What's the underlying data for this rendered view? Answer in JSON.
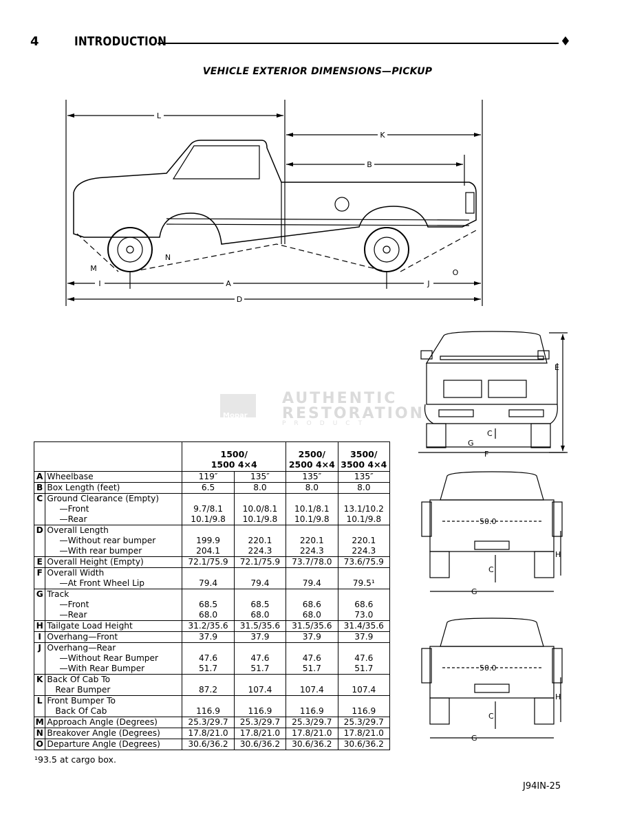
{
  "header": {
    "page_number": "4",
    "section": "INTRODUCTION",
    "marker": "♦"
  },
  "title": "VEHICLE EXTERIOR DIMENSIONS—PICKUP",
  "side_labels": {
    "L": "L",
    "K": "K",
    "B": "B",
    "A": "A",
    "D": "D",
    "I": "I",
    "J": "J",
    "M": "M",
    "N": "N",
    "O": "O"
  },
  "front_labels": {
    "E": "E",
    "C": "C",
    "G": "G",
    "F": "F"
  },
  "rear_labels": {
    "width": "50.0",
    "H": "H",
    "C": "C",
    "G": "G"
  },
  "watermark": {
    "logo": "Mopar",
    "line1": "AUTHENTIC",
    "line2": "RESTORATION",
    "line3": "PRODUCT"
  },
  "table": {
    "columns": [
      "1500/\n1500 4×4",
      "2500/\n2500 4×4",
      "3500/\n3500 4×4"
    ],
    "col1": "1500/",
    "col1b": "1500 4×4",
    "col2": "2500/",
    "col2b": "2500 4×4",
    "col3": "3500/",
    "col3b": "3500 4×4",
    "rows": [
      {
        "letter": "A",
        "label": "Wheelbase",
        "values": [
          "119″",
          "135″",
          "135″",
          "135″"
        ]
      },
      {
        "letter": "B",
        "label": "Box Length (feet)",
        "values": [
          "6.5",
          "8.0",
          "8.0",
          "8.0"
        ]
      },
      {
        "letter": "C",
        "label": "Ground Clearance (Empty)",
        "sub": [
          "—Front",
          "—Rear"
        ],
        "subvalues": [
          [
            "9.7/8.1",
            "10.0/8.1",
            "10.1/8.1",
            "13.1/10.2"
          ],
          [
            "10.1/9.8",
            "10.1/9.8",
            "10.1/9.8",
            "10.1/9.8"
          ]
        ]
      },
      {
        "letter": "D",
        "label": "Overall Length",
        "sub": [
          "—Without rear bumper",
          "—With rear bumper"
        ],
        "subvalues": [
          [
            "199.9",
            "220.1",
            "220.1",
            "220.1"
          ],
          [
            "204.1",
            "224.3",
            "224.3",
            "224.3"
          ]
        ]
      },
      {
        "letter": "E",
        "label": "Overall Height (Empty)",
        "values": [
          "72.1/75.9",
          "72.1/75.9",
          "73.7/78.0",
          "73.6/75.9"
        ]
      },
      {
        "letter": "F",
        "label": "Overall Width",
        "sub": [
          "—At Front Wheel Lip"
        ],
        "subvalues": [
          [
            "79.4",
            "79.4",
            "79.4",
            "79.5¹"
          ]
        ]
      },
      {
        "letter": "G",
        "label": "Track",
        "sub": [
          "—Front",
          "—Rear"
        ],
        "subvalues": [
          [
            "68.5",
            "68.5",
            "68.6",
            "68.6"
          ],
          [
            "68.0",
            "68.0",
            "68.0",
            "73.0"
          ]
        ]
      },
      {
        "letter": "H",
        "label": "Tailgate Load Height",
        "values": [
          "31.2/35.6",
          "31.5/35.6",
          "31.5/35.6",
          "31.4/35.6"
        ]
      },
      {
        "letter": "I",
        "label": "Overhang—Front",
        "values": [
          "37.9",
          "37.9",
          "37.9",
          "37.9"
        ]
      },
      {
        "letter": "J",
        "label": "Overhang—Rear",
        "sub": [
          "—Without Rear Bumper",
          "—With Rear Bumper"
        ],
        "subvalues": [
          [
            "47.6",
            "47.6",
            "47.6",
            "47.6"
          ],
          [
            "51.7",
            "51.7",
            "51.7",
            "51.7"
          ]
        ]
      },
      {
        "letter": "K",
        "label": "Back Of Cab To",
        "label2": "Rear Bumper",
        "values": [
          "87.2",
          "107.4",
          "107.4",
          "107.4"
        ]
      },
      {
        "letter": "L",
        "label": "Front Bumper To",
        "label2": "Back Of Cab",
        "values": [
          "116.9",
          "116.9",
          "116.9",
          "116.9"
        ]
      },
      {
        "letter": "M",
        "label": "Approach Angle (Degrees)",
        "values": [
          "25.3/29.7",
          "25.3/29.7",
          "25.3/29.7",
          "25.3/29.7"
        ]
      },
      {
        "letter": "N",
        "label": "Breakover Angle (Degrees)",
        "values": [
          "17.8/21.0",
          "17.8/21.0",
          "17.8/21.0",
          "17.8/21.0"
        ]
      },
      {
        "letter": "O",
        "label": "Departure Angle (Degrees)",
        "values": [
          "30.6/36.2",
          "30.6/36.2",
          "30.6/36.2",
          "30.6/36.2"
        ]
      }
    ]
  },
  "footnote": "¹93.5 at cargo box.",
  "figure_id": "J94IN-25"
}
